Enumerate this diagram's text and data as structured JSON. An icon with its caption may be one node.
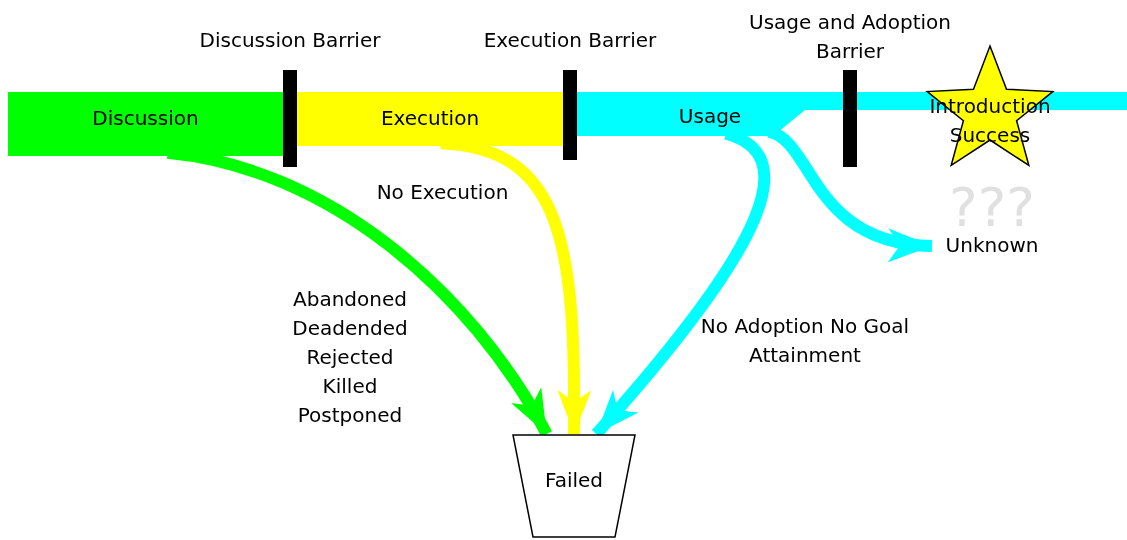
{
  "diagram": {
    "nodes": [
      {
        "text": [
          "Discussion"
        ]
      },
      {
        "text": [
          "Execution"
        ]
      },
      {
        "text": [
          "Usage"
        ]
      },
      {
        "text": [
          "Introduction Success"
        ]
      },
      {
        "text": [
          "Unknown"
        ]
      },
      {
        "text": [
          "Failed"
        ]
      },
      {
        "text": [
          "Discussion Barrier"
        ]
      },
      {
        "text": [
          "Execution Barrier"
        ]
      },
      {
        "text": [
          "Usage and Adoption Barrier"
        ]
      }
    ],
    "edges": [
      {
        "from": 0,
        "to": 5,
        "arrow": "to",
        "label": "Abandoned Deadended Rejected Killed Postponed",
        "color": "#00ff00"
      },
      {
        "from": 1,
        "to": 5,
        "arrow": "to",
        "label": "No Execution",
        "color": "#ffff00"
      },
      {
        "from": 2,
        "to": 5,
        "arrow": "to",
        "label": "No Adoption No Goal Attainment",
        "color": "#00ffff"
      },
      {
        "from": 2,
        "to": 4,
        "arrow": "to",
        "color": "#00ffff"
      }
    ],
    "labels": [
      "???"
    ]
  }
}
